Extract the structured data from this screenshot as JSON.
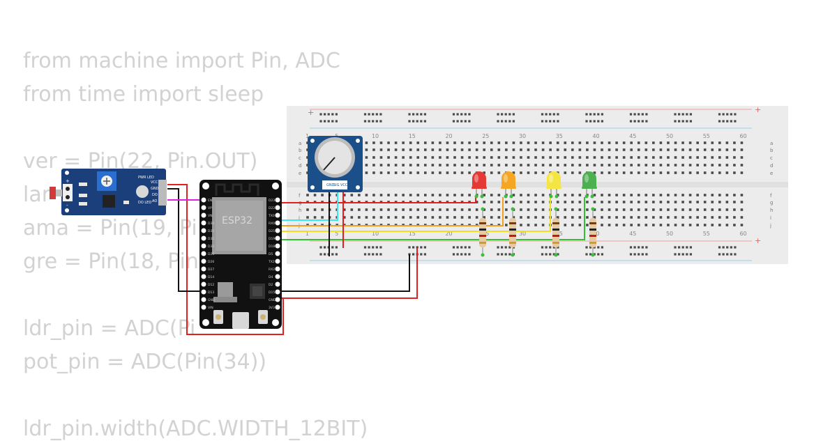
{
  "code": {
    "lines": [
      "from machine import Pin, ADC",
      "from time import sleep",
      "",
      "ver = Pin(22, Pin.OUT)",
      "lar",
      "ama = Pin(19, Pi",
      "gre = Pin(18, Pin",
      "",
      "ldr_pin = ADC(Pi",
      "pot_pin = ADC(Pin(34))",
      "",
      "ldr_pin.width(ADC.WIDTH_12BIT)"
    ]
  },
  "breadboard": {
    "column_numbers": [
      "1",
      "5",
      "10",
      "15",
      "20",
      "25",
      "30",
      "35",
      "40",
      "45",
      "50",
      "55",
      "60"
    ],
    "row_letters_top": [
      "a",
      "b",
      "c",
      "d",
      "e"
    ],
    "row_letters_bottom": [
      "f",
      "g",
      "h",
      "i",
      "j"
    ],
    "plus_symbol": "+"
  },
  "esp32": {
    "label": "ESP32",
    "left_pins": [
      "EN",
      "VP",
      "VN",
      "D34",
      "D35",
      "D32",
      "D33",
      "D25",
      "D26",
      "D27",
      "D14",
      "D12",
      "D13",
      "GND",
      "VIN"
    ],
    "right_pins": [
      "D23",
      "D22",
      "TX0",
      "RX0",
      "D21",
      "D19",
      "D18",
      "D5",
      "TX2",
      "RX2",
      "D4",
      "D2",
      "D15",
      "GND",
      "3V3"
    ]
  },
  "ldr_module": {
    "labels": [
      "VCC",
      "GND",
      "DO",
      "AO"
    ],
    "led_labels": [
      "PWR LED",
      "DO LED"
    ],
    "plus_symbol": "+",
    "minus_symbol": "-"
  },
  "potentiometer": {
    "pin_labels": [
      "GND",
      "SIG",
      "VCC"
    ]
  },
  "leds": [
    {
      "name": "red",
      "color": "#e53935"
    },
    {
      "name": "orange",
      "color": "#f5a623"
    },
    {
      "name": "yellow",
      "color": "#f4e542"
    },
    {
      "name": "green",
      "color": "#4caf50"
    }
  ],
  "colors": {
    "wire_red": "#e02020",
    "wire_black": "#111111",
    "wire_cyan": "#3ee6f0",
    "wire_orange": "#f0a020",
    "wire_yellow": "#f0e020",
    "wire_green": "#30c030",
    "wire_magenta": "#e020e0",
    "board_blue": "#1a4f8a",
    "breadboard": "#eeeeee"
  }
}
